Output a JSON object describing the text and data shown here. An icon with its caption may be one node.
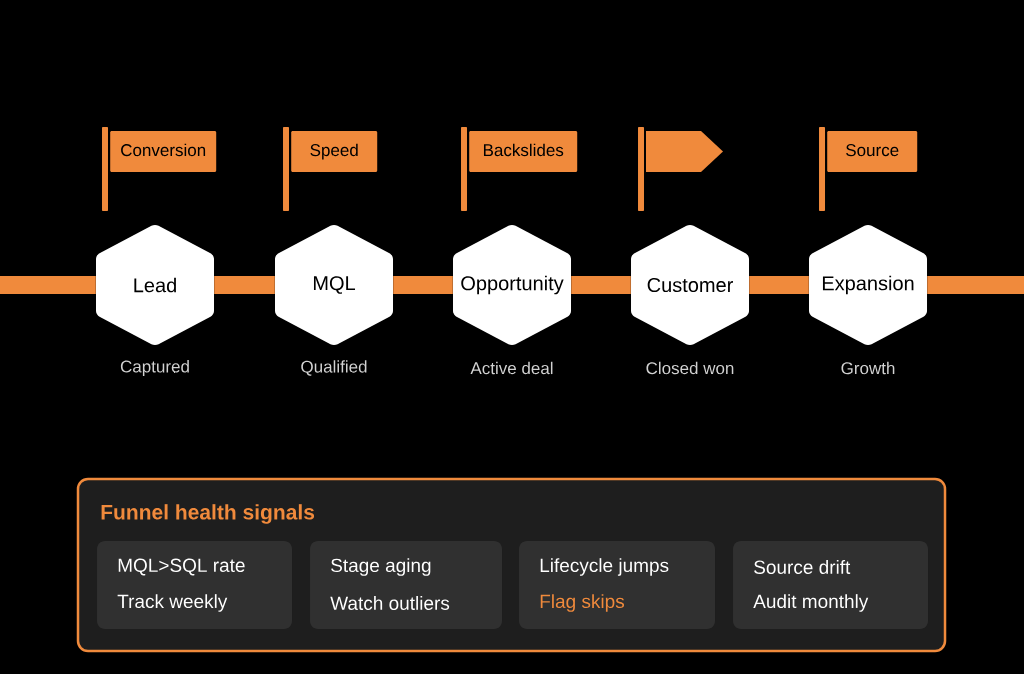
{
  "diagram": {
    "nodes": [
      {
        "text": [
          "Conversion"
        ]
      },
      {
        "text": [
          "Speed"
        ]
      },
      {
        "text": [
          "Backslides"
        ]
      },
      {
        "text": [],
        "shape": "flag"
      },
      {
        "text": [
          "Source"
        ]
      },
      {
        "text": [
          "Lead"
        ],
        "beside": [
          "Captured"
        ]
      },
      {
        "text": [
          "MQL"
        ],
        "beside": [
          "Qualified"
        ]
      },
      {
        "text": [
          "Opportunity"
        ],
        "beside": [
          "Active deal"
        ]
      },
      {
        "text": [
          "Customer"
        ],
        "beside": [
          "Closed won"
        ]
      },
      {
        "text": [
          "Expansion"
        ],
        "beside": [
          "Growth"
        ]
      },
      {
        "text": [
          "Funnel health signals"
        ]
      },
      {
        "text": [
          "MQL>SQL rate",
          "Track weekly"
        ],
        "in": 10
      },
      {
        "text": [
          "Stage aging",
          "Watch outliers"
        ],
        "in": 10
      },
      {
        "text": [
          "Lifecycle jumps",
          "Flag skips"
        ],
        "in": 10
      },
      {
        "text": [
          "Source drift",
          "Audit monthly"
        ],
        "in": 10
      }
    ],
    "edges": [
      {
        "from": null,
        "to": 5,
        "arrow": "none"
      },
      {
        "from": 5,
        "to": 6,
        "arrow": "none"
      },
      {
        "from": 6,
        "to": 7,
        "arrow": "none"
      },
      {
        "from": 7,
        "to": 8,
        "arrow": "none"
      },
      {
        "from": 8,
        "to": 9,
        "arrow": "none"
      },
      {
        "from": 9,
        "to": null,
        "arrow": "none"
      }
    ]
  }
}
